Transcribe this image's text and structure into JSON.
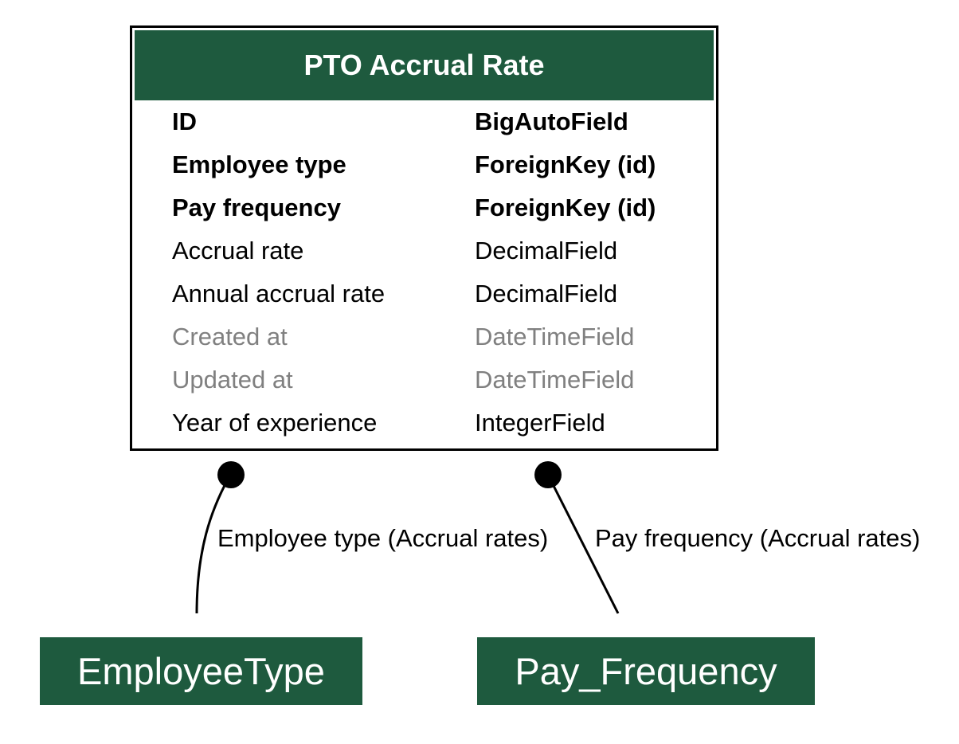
{
  "entity": {
    "title": "PTO Accrual Rate",
    "fields": [
      {
        "name": "ID",
        "type": "BigAutoField",
        "style": "key"
      },
      {
        "name": "Employee type",
        "type": "ForeignKey (id)",
        "style": "key"
      },
      {
        "name": "Pay frequency",
        "type": "ForeignKey (id)",
        "style": "key"
      },
      {
        "name": "Accrual rate",
        "type": "DecimalField",
        "style": "normal"
      },
      {
        "name": "Annual accrual rate",
        "type": "DecimalField",
        "style": "normal"
      },
      {
        "name": "Created at",
        "type": "DateTimeField",
        "style": "muted"
      },
      {
        "name": "Updated at",
        "type": "DateTimeField",
        "style": "muted"
      },
      {
        "name": "Year of experience",
        "type": "IntegerField",
        "style": "normal"
      }
    ]
  },
  "relations": [
    {
      "target": "EmployeeType",
      "label": "Employee type (Accrual rates)"
    },
    {
      "target": "Pay_Frequency",
      "label": "Pay frequency (Accrual rates)"
    }
  ],
  "colors": {
    "header_bg": "#1e5a3e",
    "header_text": "#ffffff",
    "muted_text": "#808080",
    "border": "#000000"
  }
}
